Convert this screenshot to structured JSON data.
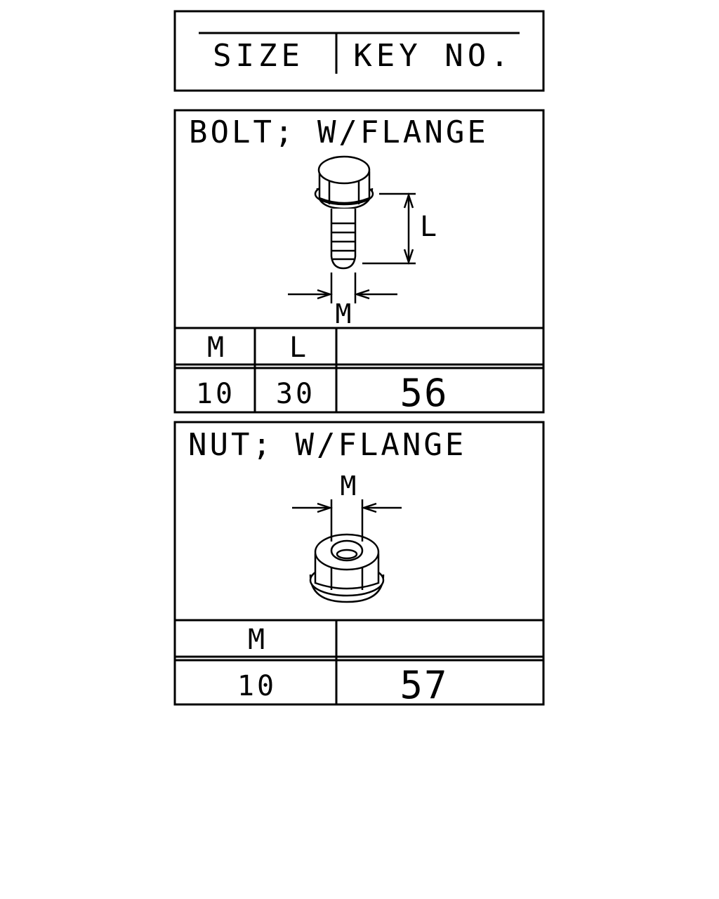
{
  "legend": {
    "size_label": "SIZE",
    "key_label": "KEY NO."
  },
  "bolt": {
    "title": "BOLT; W/FLANGE",
    "dim_length": "L",
    "dim_diameter": "M",
    "col_m": "M",
    "col_l": "L",
    "col_key": "",
    "m_value": "10",
    "l_value": "30",
    "key_no": "56"
  },
  "nut": {
    "title": "NUT; W/FLANGE",
    "dim_diameter": "M",
    "col_m": "M",
    "col_key": "",
    "m_value": "10",
    "key_no": "57"
  },
  "colors": {
    "ink": "#000000",
    "paper": "#ffffff"
  }
}
